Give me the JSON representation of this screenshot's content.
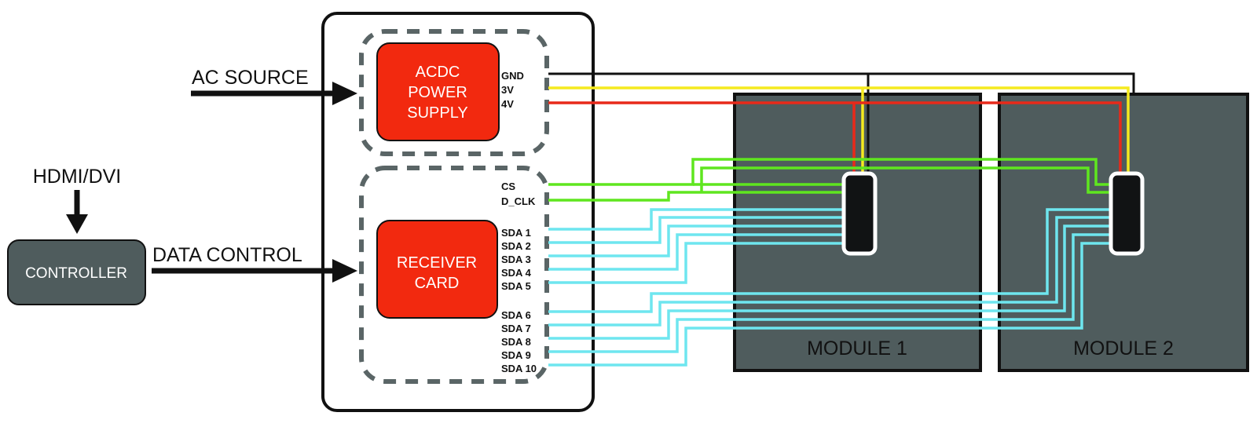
{
  "labels": {
    "ac_source": "AC SOURCE",
    "hdmi_dvi": "HDMI/DVI",
    "data_control": "DATA CONTROL",
    "controller": "CONTROLLER",
    "power_supply": [
      "ACDC",
      "POWER",
      "SUPPLY"
    ],
    "receiver_card": [
      "RECEIVER",
      "CARD"
    ]
  },
  "power_pins": [
    {
      "label": "GND",
      "color": "#111111"
    },
    {
      "label": "3V",
      "color": "#f5ea1f"
    },
    {
      "label": "4V",
      "color": "#e8291a"
    }
  ],
  "control_pins": [
    {
      "label": "CS",
      "color": "#5fe61f"
    },
    {
      "label": "D_CLK",
      "color": "#5fe61f"
    }
  ],
  "data_pins": [
    "SDA 1",
    "SDA 2",
    "SDA 3",
    "SDA 4",
    "SDA 5",
    "SDA 6",
    "SDA 7",
    "SDA 8",
    "SDA 9",
    "SDA 10"
  ],
  "modules": [
    {
      "label": "MODULE 1",
      "inputs": [
        "SDA 1",
        "SDA 2",
        "SDA 3",
        "SDA 4",
        "SDA 5"
      ]
    },
    {
      "label": "MODULE 2",
      "inputs": [
        "SDA 6",
        "SDA 7",
        "SDA 8",
        "SDA 9",
        "SDA 10"
      ]
    }
  ],
  "colors": {
    "block_red": "#f2290f",
    "controller_fill": "#4f5c5d",
    "module_fill": "#4f5c5d",
    "connector": "#111314",
    "dashed": "#5a6566",
    "data_line": "#6ee6ef",
    "clock_line": "#5fe61f"
  }
}
